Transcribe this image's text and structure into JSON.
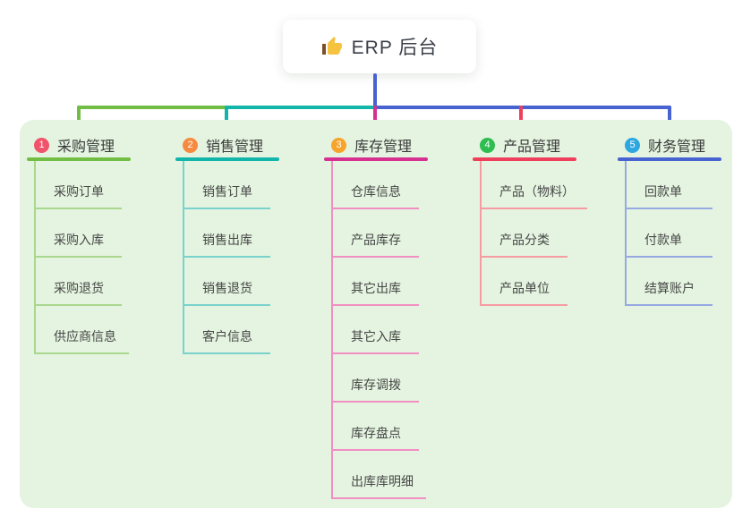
{
  "root": {
    "label": "ERP 后台",
    "icon": "thumbs-up-icon",
    "icon_hand_color": "#f6c341",
    "icon_sleeve_color": "#7d4f28",
    "line_color": "#4762d1"
  },
  "panel": {
    "background": "#e4f4e0"
  },
  "branches": [
    {
      "index": "1",
      "label": "采购管理",
      "badge_color": "#f0536a",
      "line_color": "#72be44",
      "light_color": "#a9d78e",
      "children": [
        "采购订单",
        "采购入库",
        "采购退货",
        "供应商信息"
      ]
    },
    {
      "index": "2",
      "label": "销售管理",
      "badge_color": "#f68a3f",
      "line_color": "#12b5a9",
      "light_color": "#79d3cc",
      "children": [
        "销售订单",
        "销售出库",
        "销售退货",
        "客户信息"
      ]
    },
    {
      "index": "3",
      "label": "库存管理",
      "badge_color": "#f7a42c",
      "line_color": "#d63090",
      "light_color": "#f18fc2",
      "children": [
        "仓库信息",
        "产品库存",
        "其它出库",
        "其它入库",
        "库存调拨",
        "库存盘点",
        "出库库明细"
      ]
    },
    {
      "index": "4",
      "label": "产品管理",
      "badge_color": "#2ebd51",
      "line_color": "#ee3f5c",
      "light_color": "#f79ba3",
      "children": [
        "产品（物料）",
        "产品分类",
        "产品单位"
      ]
    },
    {
      "index": "5",
      "label": "财务管理",
      "badge_color": "#2ea7e0",
      "line_color": "#4762d1",
      "light_color": "#97a9e2",
      "children": [
        "回款单",
        "付款单",
        "结算账户"
      ]
    }
  ]
}
